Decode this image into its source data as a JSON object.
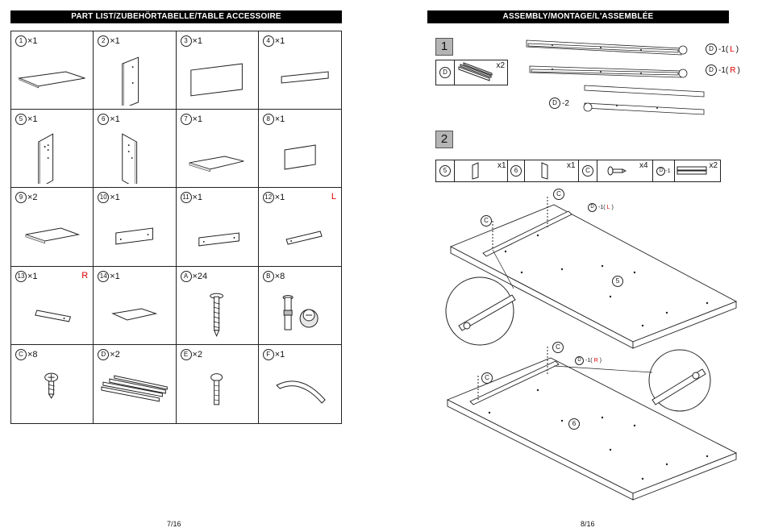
{
  "left_page": {
    "header": "PART LIST/ZUBEHÖRTABELLE/TABLE ACCESSOIRE",
    "page_number": "7/16",
    "parts": [
      {
        "id": "1",
        "qty": "×1",
        "tag": ""
      },
      {
        "id": "2",
        "qty": "×1",
        "tag": ""
      },
      {
        "id": "3",
        "qty": "×1",
        "tag": ""
      },
      {
        "id": "4",
        "qty": "×1",
        "tag": ""
      },
      {
        "id": "5",
        "qty": "×1",
        "tag": ""
      },
      {
        "id": "6",
        "qty": "×1",
        "tag": ""
      },
      {
        "id": "7",
        "qty": "×1",
        "tag": ""
      },
      {
        "id": "8",
        "qty": "×1",
        "tag": ""
      },
      {
        "id": "9",
        "qty": "×2",
        "tag": ""
      },
      {
        "id": "10",
        "qty": "×1",
        "tag": ""
      },
      {
        "id": "11",
        "qty": "×1",
        "tag": ""
      },
      {
        "id": "12",
        "qty": "×1",
        "tag": "L"
      },
      {
        "id": "13",
        "qty": "×1",
        "tag": "R"
      },
      {
        "id": "14",
        "qty": "×1",
        "tag": ""
      },
      {
        "id": "A",
        "qty": "×24",
        "tag": ""
      },
      {
        "id": "B",
        "qty": "×8",
        "tag": ""
      },
      {
        "id": "C",
        "qty": "×8",
        "tag": ""
      },
      {
        "id": "D",
        "qty": "×2",
        "tag": ""
      },
      {
        "id": "E",
        "qty": "×2",
        "tag": ""
      },
      {
        "id": "F",
        "qty": "×1",
        "tag": ""
      }
    ]
  },
  "right_page": {
    "header": "ASSEMBLY/MONTAGE/L'ASSEMBLÉE",
    "page_number": "8/16",
    "step1": {
      "number": "1",
      "part_id": "D",
      "part_qty": "x2",
      "rail_labels": [
        {
          "id": "D",
          "suffix": "-1(",
          "side": "L",
          "close": ")"
        },
        {
          "id": "D",
          "suffix": "-1(",
          "side": "R",
          "close": ")"
        },
        {
          "id": "D",
          "suffix": "-2",
          "side": "",
          "close": ""
        }
      ]
    },
    "step2": {
      "number": "2",
      "parts": [
        {
          "id": "5",
          "qty": "x1"
        },
        {
          "id": "6",
          "qty": "x1"
        },
        {
          "id": "C",
          "qty": "x4"
        },
        {
          "id": "D",
          "qty": "x2",
          "suffix": "-1"
        }
      ],
      "callouts": {
        "c_label": "C",
        "top_rail": {
          "id": "D",
          "suffix": "-1(",
          "side": "L",
          "close": ")"
        },
        "bottom_rail": {
          "id": "D",
          "suffix": "-1(",
          "side": "R",
          "close": ")"
        },
        "panel_top": "5",
        "panel_bottom": "6"
      }
    }
  }
}
